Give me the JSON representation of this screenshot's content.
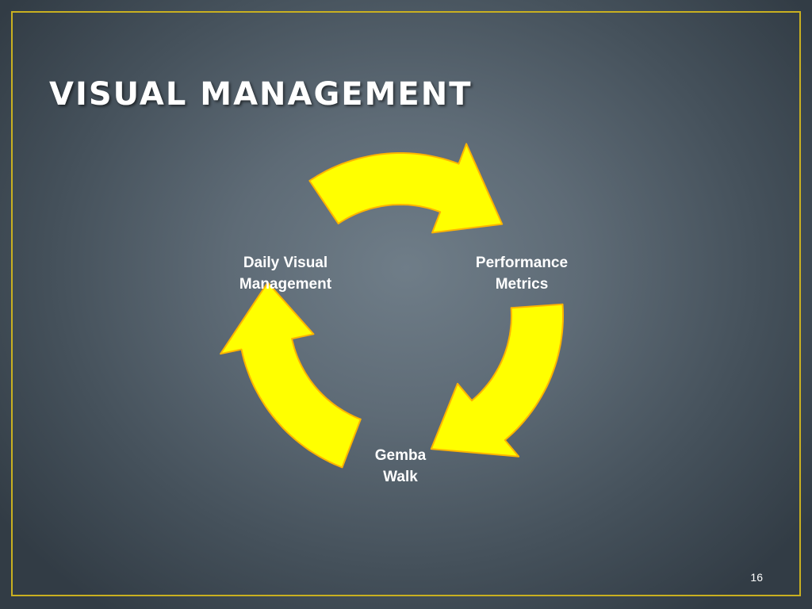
{
  "slide": {
    "title": "VISUAL MANAGEMENT",
    "page_number": "16"
  },
  "cycle": {
    "nodes": [
      {
        "line1": "Performance",
        "line2": "Metrics"
      },
      {
        "line1": "Gemba",
        "line2": "Walk"
      },
      {
        "line1": "Daily Visual",
        "line2": "Management"
      }
    ],
    "arrow_direction": "clockwise"
  },
  "colors": {
    "frame": "#c9b020",
    "arrow_fill": "#ffff00",
    "arrow_outline": "#ffb400",
    "text": "#ffffff"
  }
}
